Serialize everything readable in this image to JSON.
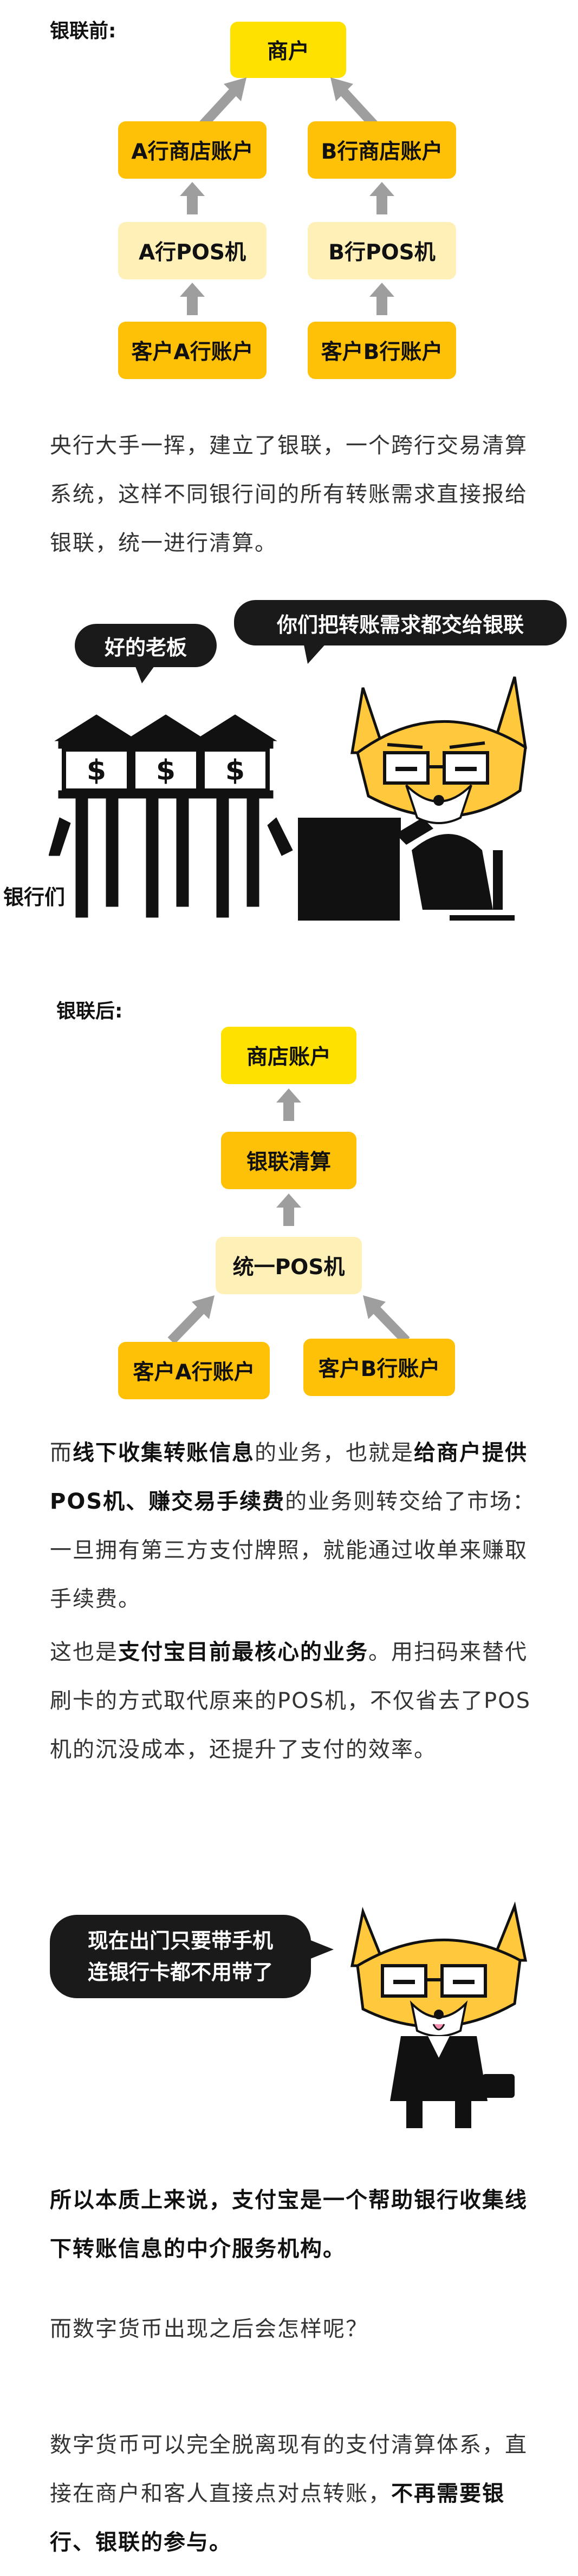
{
  "section1": {
    "label": "银联前:",
    "merchant": "商户",
    "bank_a_shop": "A行商店账户",
    "bank_b_shop": "B行商店账户",
    "bank_a_pos": "A行POS机",
    "bank_b_pos": "B行POS机",
    "customer_a": "客户A行账户",
    "customer_b": "客户B行账户"
  },
  "para1": "央行大手一挥，建立了银联，一个跨行交易清算系统，这样不同银行间的所有转账需求直接报给银联，统一进行清算。",
  "cartoon1": {
    "bubble_left": "好的老板",
    "bubble_right": "你们把转账需求都交给银联",
    "banks_label": "银行们",
    "sign_symbol": "$"
  },
  "section2": {
    "label": "银联后:",
    "shop_account": "商店账户",
    "unionpay_clearing": "银联清算",
    "unified_pos": "统一POS机",
    "customer_a": "客户A行账户",
    "customer_b": "客户B行账户"
  },
  "para2": {
    "t1": "而",
    "b1": "线下收集转账信息",
    "t2": "的业务，也就是",
    "b2": "给商户提供POS机、赚交易手续费",
    "t3": "的业务则转交给了市场：一旦拥有第三方支付牌照，就能通过收单来赚取手续费。"
  },
  "para3": {
    "t1": "这也是",
    "b1": "支付宝目前最核心的业务",
    "t2": "。用扫码来替代刷卡的方式取代原来的POS机，不仅省去了POS机的沉没成本，还提升了支付的效率。"
  },
  "cartoon2": {
    "line1": "现在出门只要带手机",
    "line2": "连银行卡都不用带了"
  },
  "para4": "所以本质上来说，支付宝是一个帮助银行收集线下转账信息的中介服务机构。",
  "para5": "而数字货币出现之后会怎样呢？",
  "para6": {
    "t1": "数字货币可以完全脱离现有的支付清算体系，直接在商户和客人直接点对点转账，",
    "b1": "不再需要银行、银联的参与。"
  },
  "colors": {
    "yellow": "#ffe100",
    "orange": "#ffc107",
    "pale": "#fff0b8",
    "arrow": "#9e9e9e",
    "bubble": "#1a1a1a",
    "fox": "#ffc83d"
  }
}
